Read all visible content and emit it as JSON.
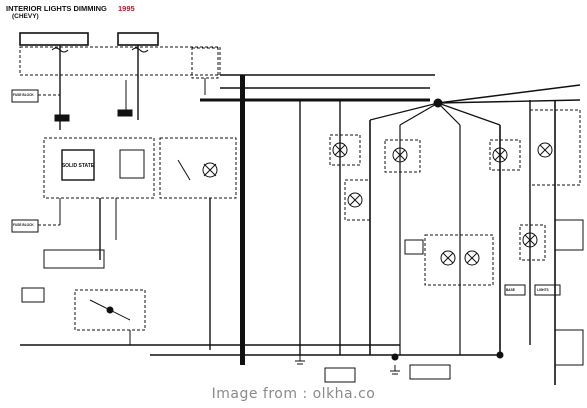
{
  "header": {
    "title": "INTERIOR LIGHTS DIMMING",
    "year": "1995",
    "subtitle": "(CHEVY)"
  },
  "colors": {
    "year_accent": "#c8102e",
    "wire": "#111111",
    "watermark": "#8a8a8a"
  },
  "diagram": {
    "solid_state_label": "SOLID STATE",
    "reference_labels": [
      "FUSE BLOCK",
      "FUSE BLOCK",
      "BASE",
      "LIGHTS"
    ]
  },
  "watermark": "Image from : olkha.co"
}
